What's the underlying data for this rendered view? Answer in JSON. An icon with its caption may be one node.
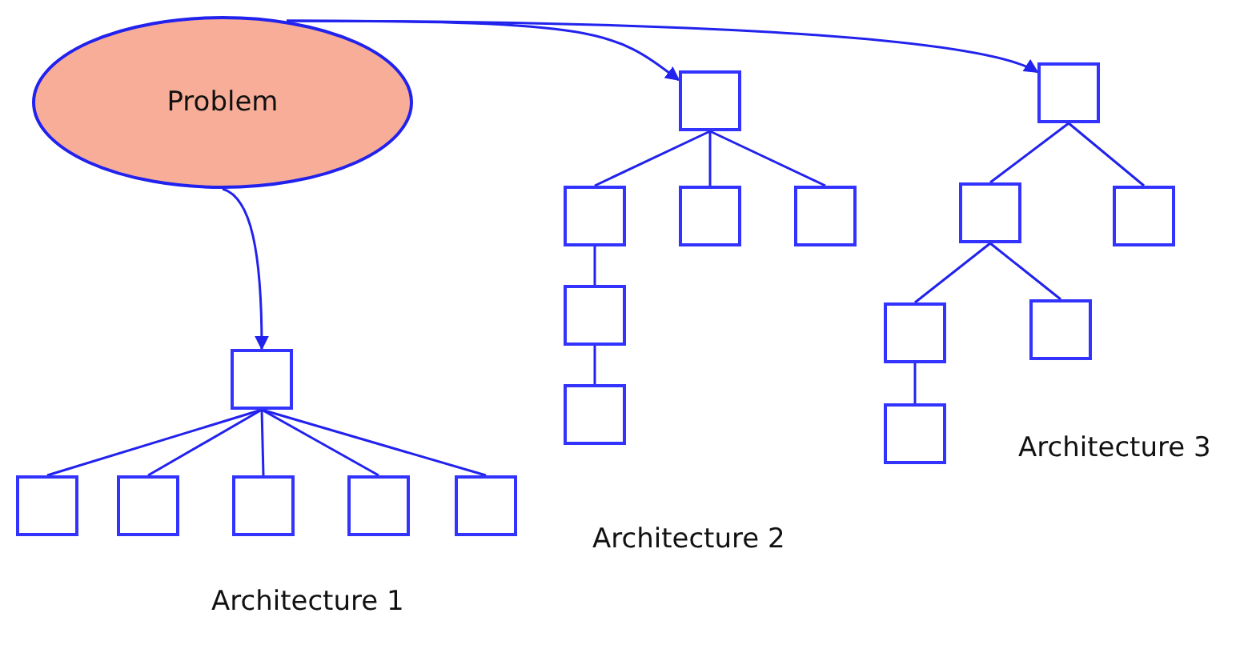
{
  "diagram": {
    "nodes": [
      {
        "text": [
          "Problem"
        ]
      },
      {
        "text": [],
        "shape": "box"
      },
      {
        "text": [],
        "shape": "box"
      },
      {
        "text": [],
        "shape": "box"
      },
      {
        "text": [],
        "shape": "box"
      },
      {
        "text": [],
        "shape": "box"
      },
      {
        "text": [],
        "shape": "box"
      },
      {
        "text": [],
        "shape": "box"
      },
      {
        "text": [],
        "shape": "box"
      },
      {
        "text": [],
        "shape": "box"
      },
      {
        "text": [],
        "shape": "box"
      },
      {
        "text": [],
        "shape": "box"
      },
      {
        "text": [],
        "shape": "box"
      },
      {
        "text": [],
        "shape": "box"
      },
      {
        "text": [],
        "shape": "box"
      },
      {
        "text": [],
        "shape": "box"
      },
      {
        "text": [],
        "shape": "box"
      },
      {
        "text": [],
        "shape": "box"
      },
      {
        "text": [],
        "shape": "box"
      }
    ],
    "edges": [
      {
        "from": 0,
        "to": 1,
        "arrow": "to"
      },
      {
        "from": 0,
        "to": 7,
        "arrow": "to"
      },
      {
        "from": 0,
        "to": 13,
        "arrow": "to"
      },
      {
        "from": 1,
        "to": 2,
        "arrow": "none"
      },
      {
        "from": 1,
        "to": 3,
        "arrow": "none"
      },
      {
        "from": 1,
        "to": 4,
        "arrow": "none"
      },
      {
        "from": 1,
        "to": 5,
        "arrow": "none"
      },
      {
        "from": 1,
        "to": 6,
        "arrow": "none"
      },
      {
        "from": 7,
        "to": 8,
        "arrow": "none"
      },
      {
        "from": 7,
        "to": 9,
        "arrow": "none"
      },
      {
        "from": 7,
        "to": 10,
        "arrow": "none"
      },
      {
        "from": 8,
        "to": 11,
        "arrow": "none"
      },
      {
        "from": 11,
        "to": 12,
        "arrow": "none"
      },
      {
        "from": 13,
        "to": 14,
        "arrow": "none"
      },
      {
        "from": 13,
        "to": 15,
        "arrow": "none"
      },
      {
        "from": 14,
        "to": 16,
        "arrow": "none"
      },
      {
        "from": 14,
        "to": 17,
        "arrow": "none"
      },
      {
        "from": 16,
        "to": 18,
        "arrow": "none"
      }
    ],
    "labels": [
      "Architecture 3",
      "Architecture 2",
      "Architecture 1"
    ]
  }
}
